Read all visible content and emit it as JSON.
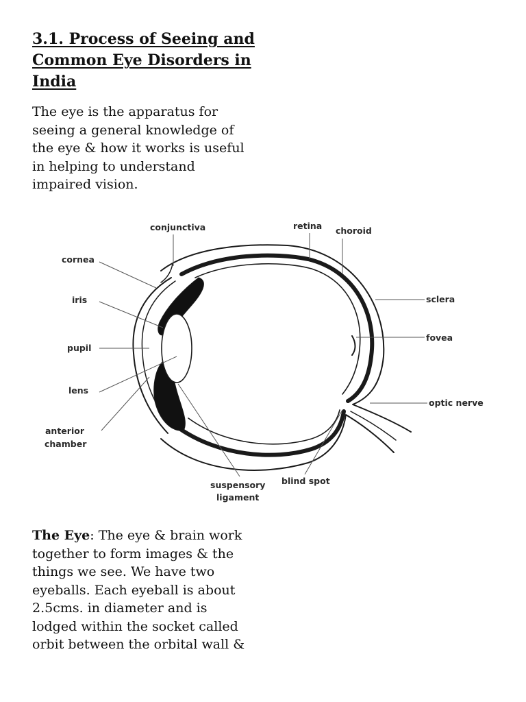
{
  "heading": {
    "lines": [
      "3.1. Process of Seeing and",
      "Common Eye Disorders in",
      "India"
    ]
  },
  "intro": {
    "lines": [
      "The eye is the apparatus for",
      "seeing a general knowledge of",
      "the eye & how it works is useful",
      "in helping to understand",
      "impaired vision."
    ]
  },
  "diagram": {
    "labels": {
      "conjunctiva": "conjunctiva",
      "retina": "retina",
      "choroid": "choroid",
      "cornea": "cornea",
      "iris": "iris",
      "sclera": "sclera",
      "pupil": "pupil",
      "fovea": "fovea",
      "lens": "lens",
      "optic_nerve": "optic nerve",
      "anterior_chamber_1": "anterior",
      "anterior_chamber_2": "chamber",
      "suspensory_ligament_1": "suspensory",
      "suspensory_ligament_2": "ligament",
      "blind_spot": "blind spot"
    }
  },
  "eye_section": {
    "title": "The Eye",
    "first_line_rest": ": The eye & brain work",
    "lines": [
      "together to form images & the",
      "things we see. We have two",
      "eyeballs. Each eyeball is about",
      "2.5cms. in diameter and is",
      "lodged within the socket called",
      "orbit between the orbital wall &"
    ]
  }
}
